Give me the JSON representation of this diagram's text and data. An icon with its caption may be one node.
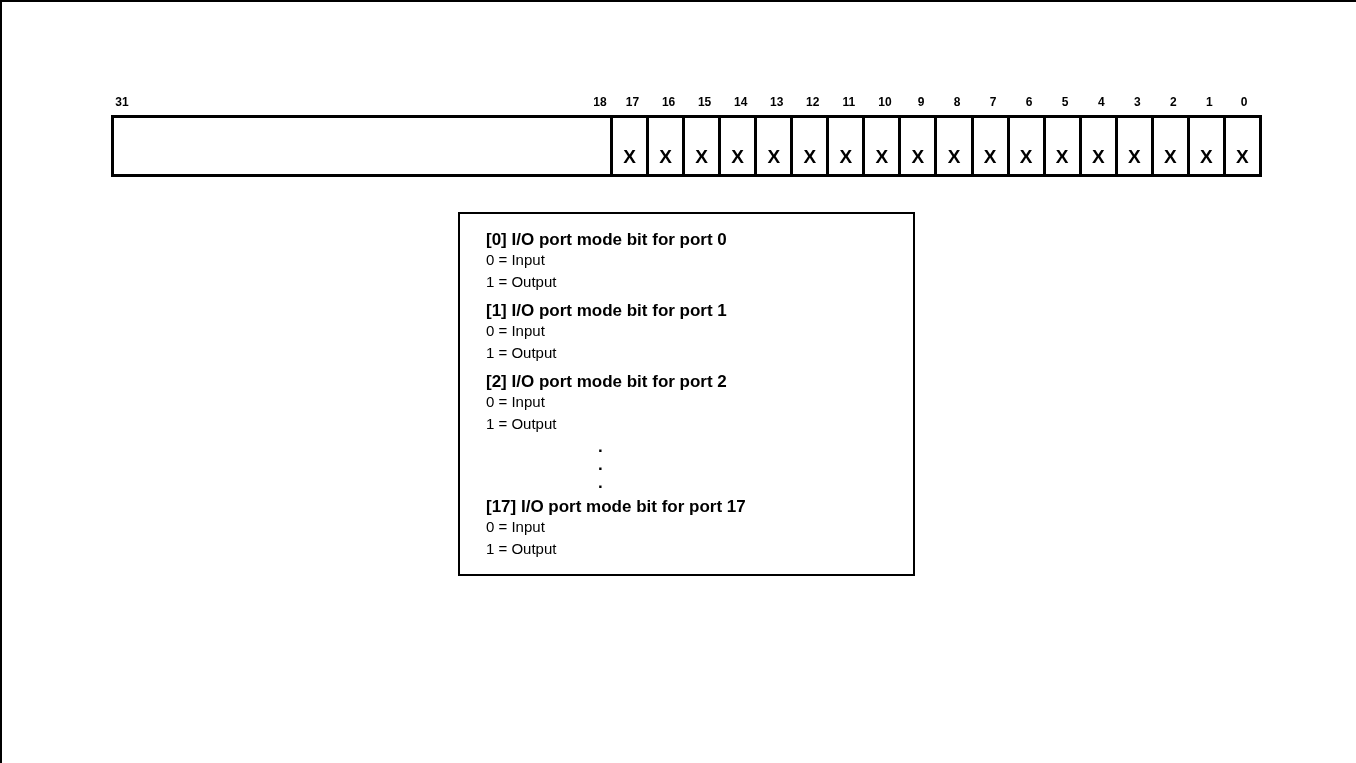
{
  "diagram": {
    "nodes": [
      {
        "text": [],
        "shape": "box"
      },
      {
        "text": [],
        "shape": "box",
        "in": 0
      },
      {
        "text": [
          "X"
        ],
        "in": 0
      },
      {
        "text": [
          "X"
        ],
        "in": 0
      },
      {
        "text": [
          "X"
        ],
        "in": 0
      },
      {
        "text": [
          "X"
        ],
        "in": 0
      },
      {
        "text": [
          "X"
        ],
        "in": 0
      },
      {
        "text": [
          "X"
        ],
        "in": 0
      },
      {
        "text": [
          "X"
        ],
        "in": 0
      },
      {
        "text": [
          "X"
        ],
        "in": 0
      },
      {
        "text": [
          "X"
        ],
        "in": 0
      },
      {
        "text": [
          "X"
        ],
        "in": 0
      },
      {
        "text": [
          "X"
        ],
        "in": 0
      },
      {
        "text": [
          "X"
        ],
        "in": 0
      },
      {
        "text": [
          "X"
        ],
        "in": 0
      },
      {
        "text": [
          "X"
        ],
        "in": 0
      },
      {
        "text": [
          "X"
        ],
        "in": 0
      },
      {
        "text": [
          "X"
        ],
        "in": 0
      },
      {
        "text": [
          "X"
        ],
        "in": 0
      },
      {
        "text": [
          "X"
        ],
        "in": 0
      },
      {
        "text": [
          "[0] I/O port mode bit for port 0",
          "0 = Input",
          "1 = Output",
          "[1] I/O port mode bit for port 1",
          "0 = Input",
          "1 = Output",
          "[2] I/O port mode bit for port 2",
          "0 = Input",
          "1 = Output",
          ".",
          ".",
          ".",
          "[17] I/O port mode bit for port 17",
          "0 = Input",
          "1 = Output"
        ]
      }
    ],
    "edges": [],
    "labels": [
      "31",
      "18",
      "17",
      "16",
      "15",
      "14",
      "13",
      "12",
      "11",
      "10",
      "9",
      "8",
      "7",
      "6",
      "5",
      "4",
      "3",
      "2",
      "1",
      "0"
    ]
  }
}
